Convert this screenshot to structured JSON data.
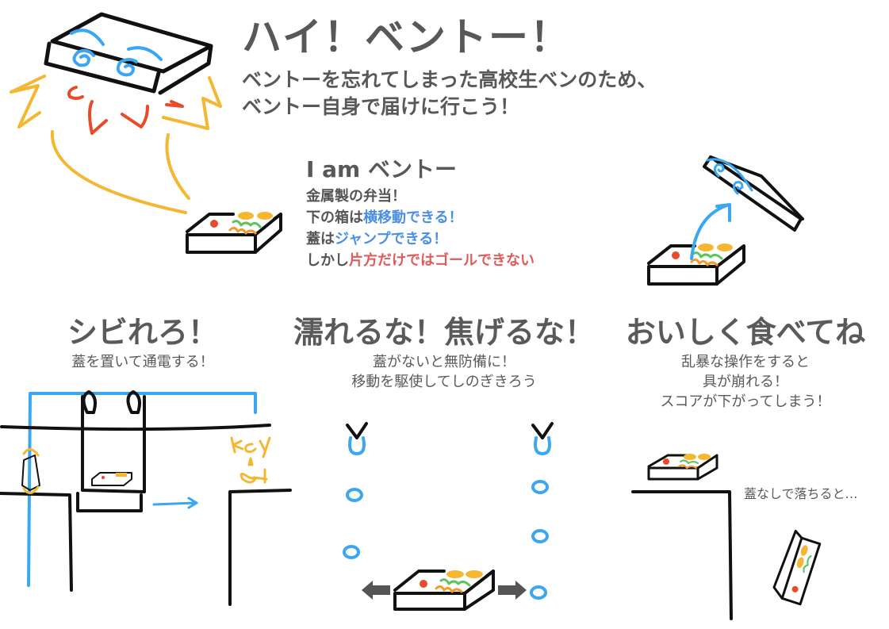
{
  "header": {
    "title": "ハイ！ベントー！",
    "subtitle_lines": [
      "ベントーを忘れてしまった高校生ベンのため、",
      "ベントー自身で届けに行こう！"
    ]
  },
  "intro": {
    "heading": "I am ベントー",
    "line1": "金属製の弁当！",
    "line2": {
      "prefix": "下の箱は",
      "highlight": "横移動できる！"
    },
    "line3": {
      "prefix": "蓋は",
      "highlight": "ジャンプできる！"
    },
    "line4": {
      "prefix": "しかし",
      "highlight": "片方だけではゴールできない"
    }
  },
  "sections": [
    {
      "heading": "シビれろ！",
      "desc": [
        "蓋を置いて通電する！"
      ],
      "illustration_label": "key"
    },
    {
      "heading": "濡れるな！焦げるな！",
      "desc": [
        "蓋がないと無防備に！",
        "移動を駆使してしのぎきろう"
      ]
    },
    {
      "heading": "おいしく食べてね",
      "desc": [
        "乱暴な操作をすると",
        "具が崩れる！",
        "スコアが下がってしまう！"
      ],
      "note": "蓋なしで落ちると…"
    }
  ],
  "colors": {
    "text": "#585858",
    "move_highlight": "#4a8fe6",
    "warning_highlight": "#e05a5a",
    "electric": "#3aa7f0",
    "spark": "#f5b731",
    "steam": "#e84a2a",
    "outline": "#111111"
  }
}
